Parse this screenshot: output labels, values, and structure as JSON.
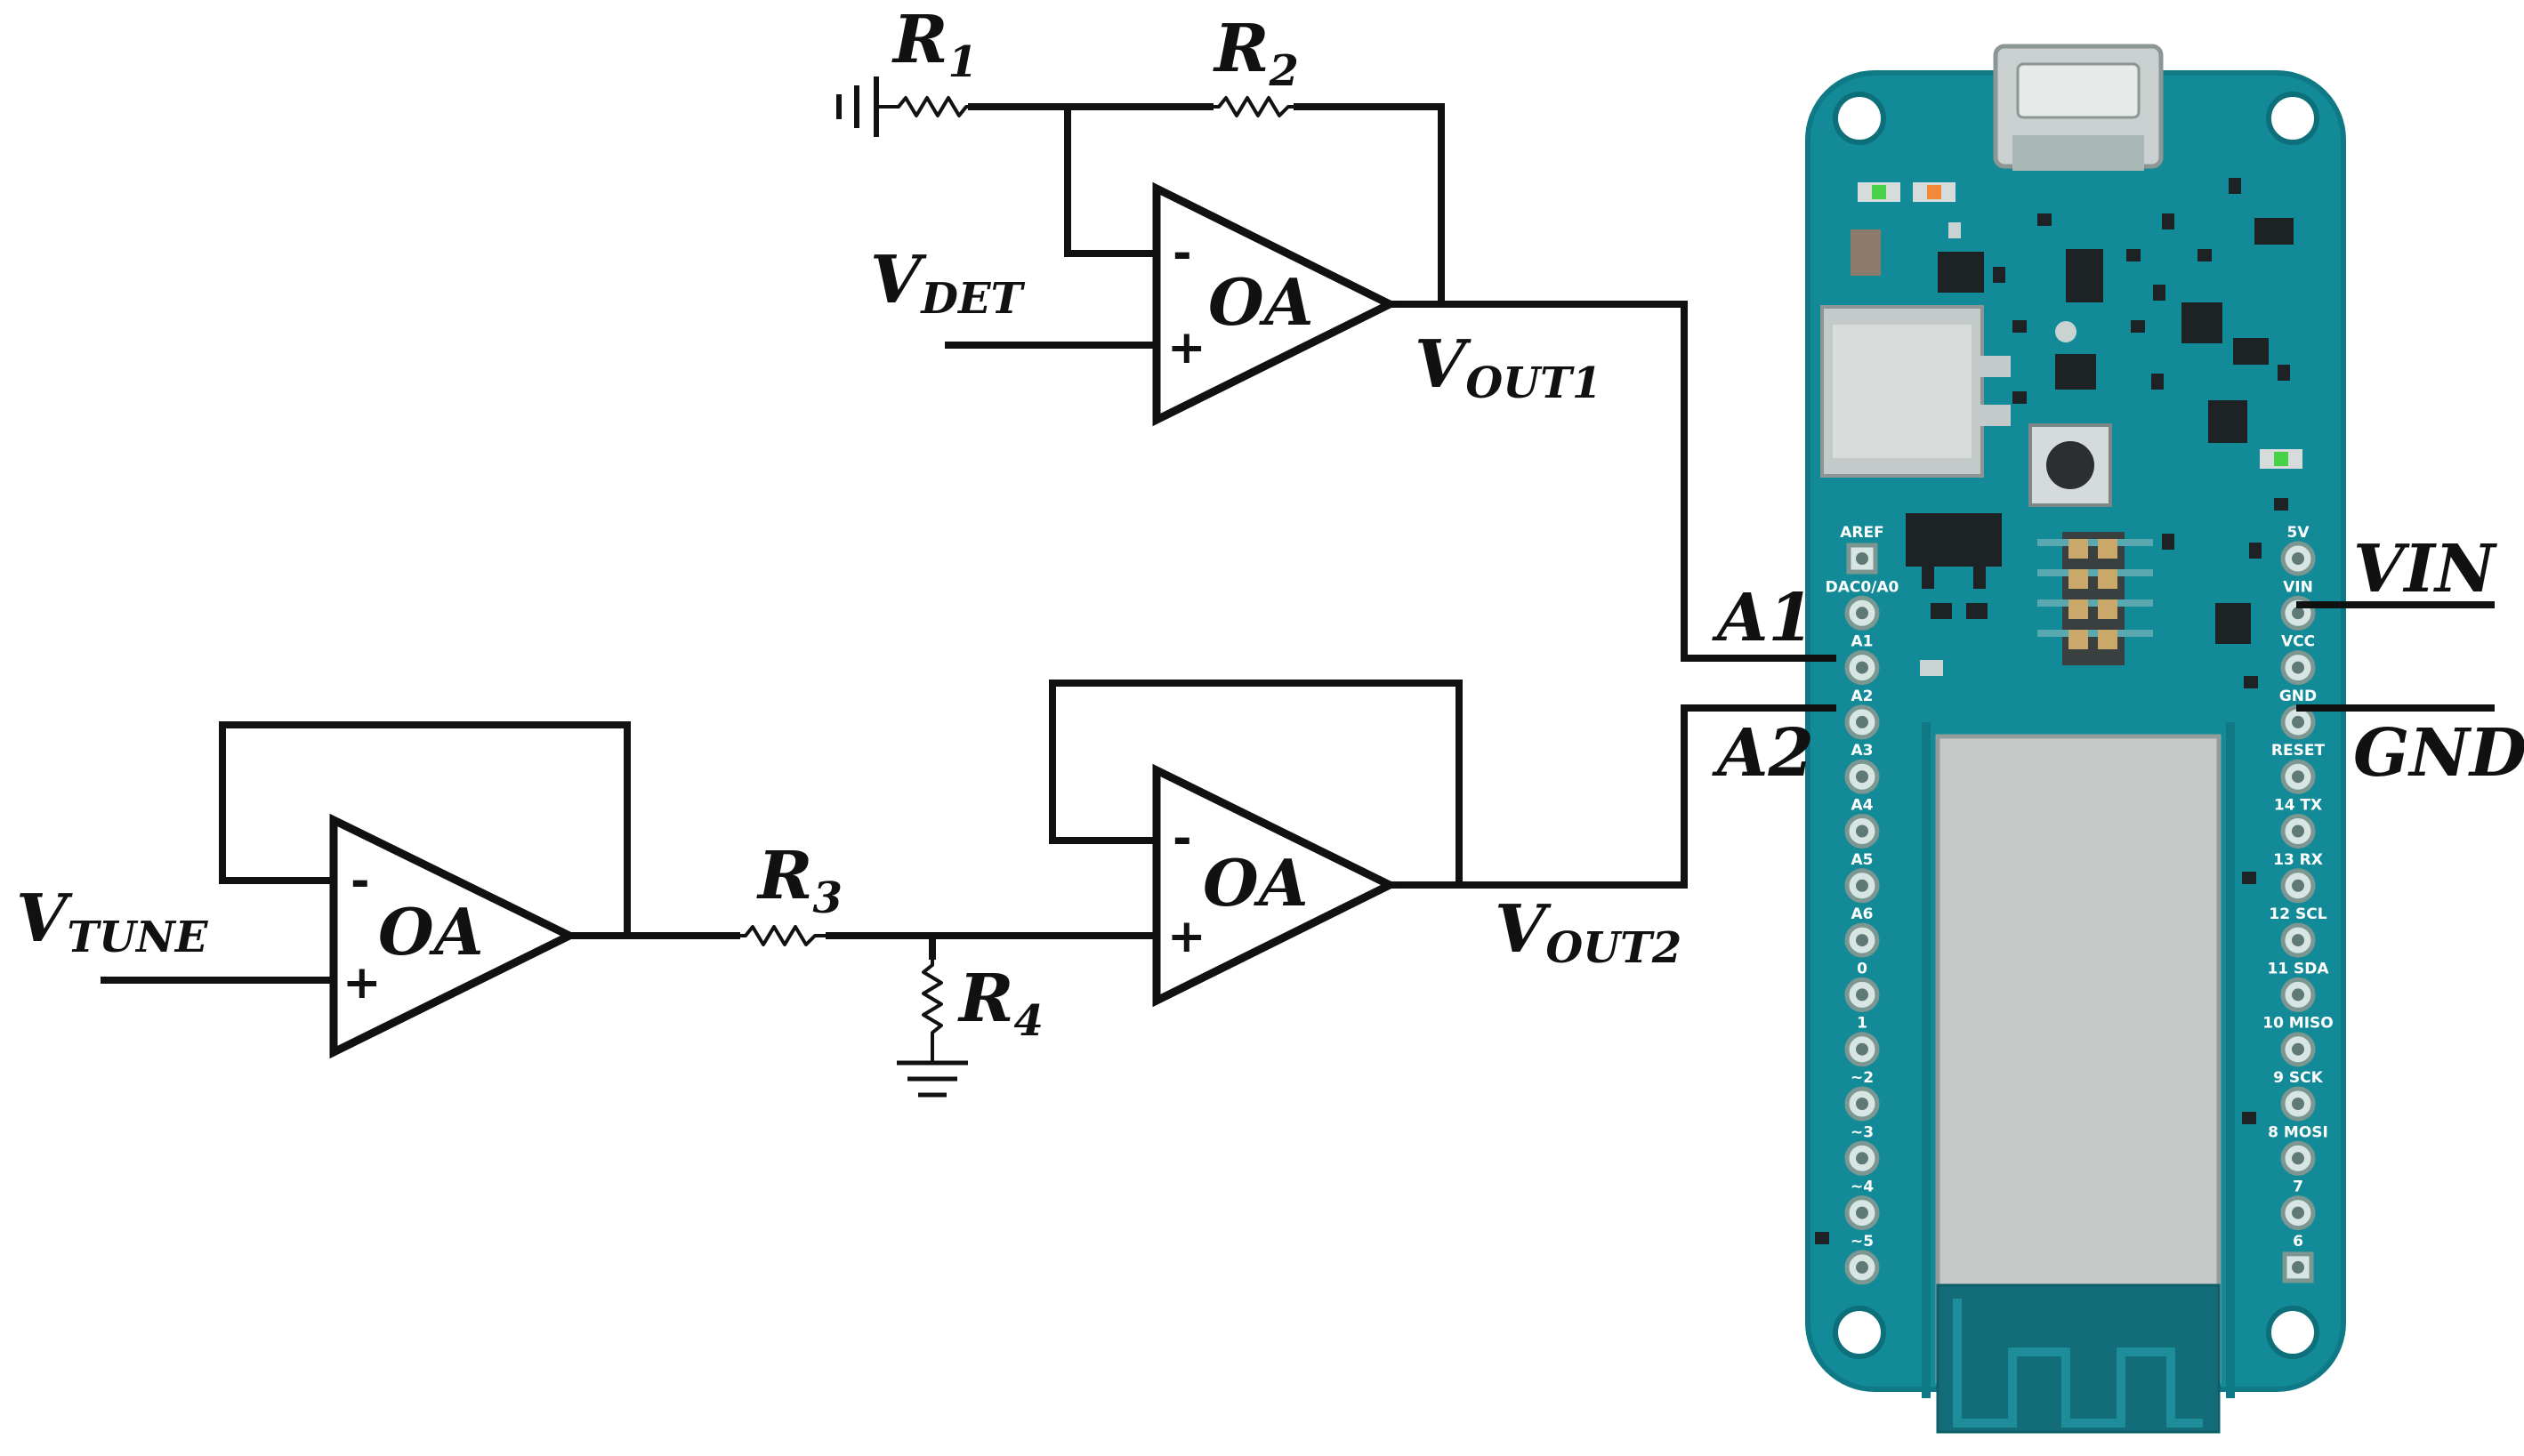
{
  "labels": {
    "r1": {
      "main": "R",
      "sub": "1"
    },
    "r2": {
      "main": "R",
      "sub": "2"
    },
    "r3": {
      "main": "R",
      "sub": "3"
    },
    "r4": {
      "main": "R",
      "sub": "4"
    },
    "vdet": {
      "main": "V",
      "sub": "DET"
    },
    "vtune": {
      "main": "V",
      "sub": "TUNE"
    },
    "vout1": {
      "main": "V",
      "sub": "OUT1"
    },
    "vout2": {
      "main": "V",
      "sub": "OUT2"
    },
    "a1": "A1",
    "a2": "A2",
    "vin": "VIN",
    "gnd": "GND"
  },
  "opamps": {
    "label": "OA",
    "minus": "-",
    "plus": "+"
  },
  "board": {
    "colors": {
      "pcb": "#138a97",
      "pcb_edge": "#0f7a86",
      "module": "#c5c9c8"
    },
    "left_pins": [
      "AREF",
      "DAC0/A0",
      "A1",
      "A2",
      "A3",
      "A4",
      "A5",
      "A6",
      "0",
      "1",
      "~2",
      "~3",
      "~4",
      "~5"
    ],
    "right_pins": [
      "5V",
      "VIN",
      "VCC",
      "GND",
      "RESET",
      "14 TX",
      "13 RX",
      "12 SCL",
      "11 SDA",
      "10 MISO",
      "9 SCK",
      "8 MOSI",
      "7",
      "6"
    ]
  }
}
